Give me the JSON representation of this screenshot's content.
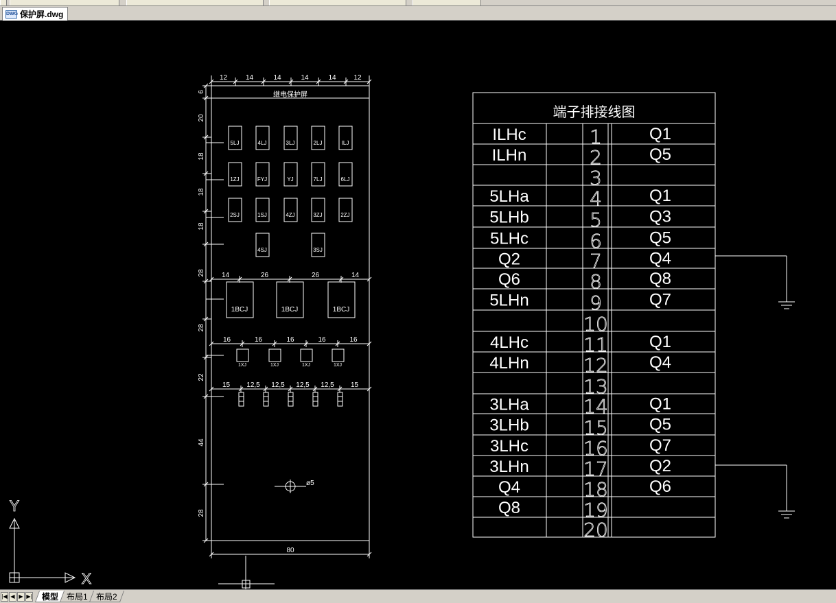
{
  "file_tab": {
    "label": "保护屏.dwg",
    "icon": "dwg-file-icon"
  },
  "layout_tabs": [
    "模型",
    "布局1",
    "布局2"
  ],
  "nav_buttons": [
    "|◀",
    "◀",
    "▶",
    "▶|"
  ],
  "ucs": {
    "x_label": "X",
    "y_label": "Y"
  },
  "panel": {
    "title": "继电保护屏",
    "top_dims": [
      "12",
      "14",
      "14",
      "14",
      "14",
      "12"
    ],
    "side_dims": [
      "6",
      "20",
      "18",
      "18",
      "18",
      "28",
      "28",
      "22",
      "44",
      "28"
    ],
    "bottom_dim": "80",
    "relays_row1": [
      "5LJ",
      "4LJ",
      "3LJ",
      "2LJ",
      "ILJ"
    ],
    "relays_row2": [
      "1ZJ",
      "FYJ",
      "YJ",
      "7LJ",
      "6LJ"
    ],
    "relays_row3": [
      "2SJ",
      "1SJ",
      "4ZJ",
      "3ZJ",
      "2ZJ"
    ],
    "relays_row4": [
      "4SJ",
      "3SJ"
    ],
    "bcj_dims": [
      "14",
      "26",
      "26",
      "14"
    ],
    "bcj": [
      "1BCJ",
      "1BCJ",
      "1BCJ"
    ],
    "xj_dims": [
      "16",
      "16",
      "16",
      "16",
      "16"
    ],
    "xj": [
      "1XJ",
      "1XJ",
      "1XJ",
      "1XJ"
    ],
    "switch_dims": [
      "15",
      "12,5",
      "12,5",
      "12,5",
      "12,5",
      "15"
    ],
    "hole_label": "ø5"
  },
  "terminal_table": {
    "title": "端子排接线图",
    "rows": [
      {
        "left": "ILHc",
        "num": "1",
        "right": "Q1"
      },
      {
        "left": "ILHn",
        "num": "2",
        "right": "Q5"
      },
      {
        "left": "",
        "num": "3",
        "right": ""
      },
      {
        "left": "5LHa",
        "num": "4",
        "right": "Q1"
      },
      {
        "left": "5LHb",
        "num": "5",
        "right": "Q3"
      },
      {
        "left": "5LHc",
        "num": "6",
        "right": "Q5"
      },
      {
        "left": "Q2",
        "num": "7",
        "right": "Q4"
      },
      {
        "left": "Q6",
        "num": "8",
        "right": "Q8"
      },
      {
        "left": "5LHn",
        "num": "9",
        "right": "Q7"
      },
      {
        "left": "",
        "num": "10",
        "right": ""
      },
      {
        "left": "4LHc",
        "num": "11",
        "right": "Q1"
      },
      {
        "left": "4LHn",
        "num": "12",
        "right": "Q4"
      },
      {
        "left": "",
        "num": "13",
        "right": ""
      },
      {
        "left": "3LHa",
        "num": "14",
        "right": "Q1"
      },
      {
        "left": "3LHb",
        "num": "15",
        "right": "Q5"
      },
      {
        "left": "3LHc",
        "num": "16",
        "right": "Q7"
      },
      {
        "left": "3LHn",
        "num": "17",
        "right": "Q2"
      },
      {
        "left": "Q4",
        "num": "18",
        "right": "Q6"
      },
      {
        "left": "Q8",
        "num": "19",
        "right": ""
      },
      {
        "left": "",
        "num": "20",
        "right": ""
      }
    ]
  },
  "colors": {
    "background": "#000000",
    "lines": "#ffffff"
  }
}
